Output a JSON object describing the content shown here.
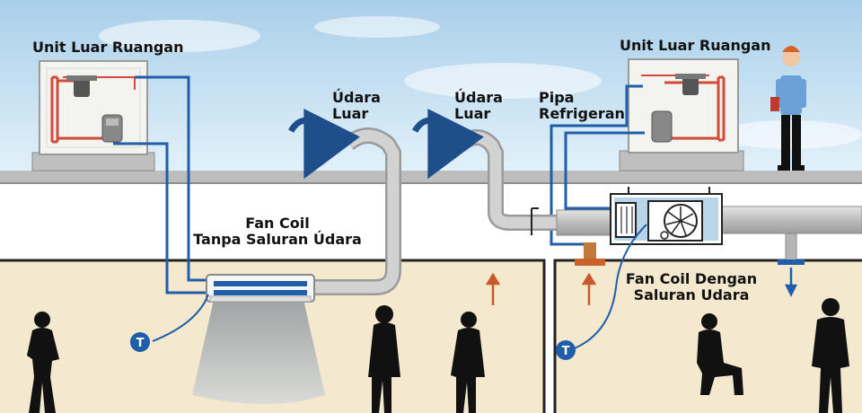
{
  "labels": {
    "outdoor_unit_left": "Unit Luar Ruangan",
    "outdoor_unit_right": "Unit Luar Ruangan",
    "outside_air_1_line1": "Údara",
    "outside_air_1_line2": "Luar",
    "outside_air_2_line1": "Údara",
    "outside_air_2_line2": "Luar",
    "refrigerant_pipe_line1": "Pipa",
    "refrigerant_pipe_line2": "Refrigeran",
    "ductless_line1": "Fan Coil",
    "ductless_line2": "Tanpa Saluran Údara",
    "ducted_line1": "Fan Coil Dengan",
    "ducted_line2": "Saluran Udara"
  },
  "thermostat_letter": "T",
  "colors": {
    "pipe_blue": "#1f5ea8",
    "ground": "#bdbdbd",
    "wall": "#eeeeee",
    "room_floor": "#f4e9cf",
    "room_border": "#222222",
    "arrow_orange": "#c85a2a",
    "duct_gray": "#c9c9c9",
    "sky_top": "#a9cfe9",
    "sky_bottom": "#dff0fa"
  }
}
